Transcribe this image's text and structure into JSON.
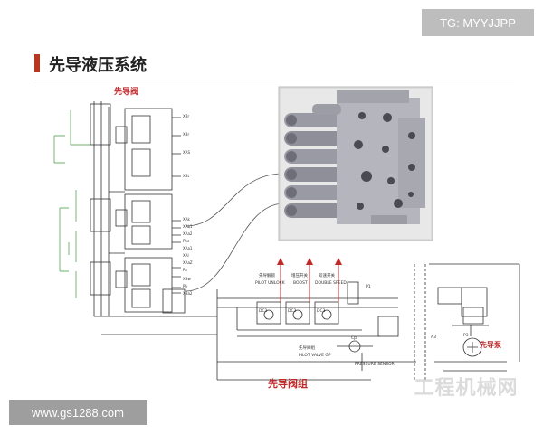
{
  "header": {
    "badge": "TG: MYYJJPP",
    "title": "先导液压系统"
  },
  "diagram": {
    "labels": {
      "pilot_valve": "先导阀",
      "pilot_valve_group": "先导阀组",
      "pilot_pump": "先导泵",
      "pilot_unlock": "先导解锁",
      "pilot_unlock_en": "PILOT UNLOCK",
      "boost": "增压开关",
      "boost_en": "BOOST",
      "double_speed": "双速开关",
      "double_speed_en": "DOUBLE SPEED",
      "pilot_valve_gp_cn": "先导阀组",
      "pilot_valve_gp": "PILOT VALVE GP",
      "pressure_sensor_en": "PRESSURE SENSOR",
      "p1": "P1",
      "dc1": "DC1",
      "dc2": "DC2",
      "dc3": "DC3",
      "cpl": "Cpl",
      "a3": "A3",
      "p3": "P3"
    },
    "port_labels": [
      "XBr",
      "XBr",
      "XAS",
      "XBt",
      "XAk",
      "XAb1",
      "XAa2",
      "Pbc",
      "XAa1",
      "XAl",
      "XAaZ",
      "Pa",
      "XBw",
      "Pb",
      "XBa2"
    ]
  },
  "footer": {
    "url": "www.gs1288.com",
    "watermark": "工程机械网"
  }
}
